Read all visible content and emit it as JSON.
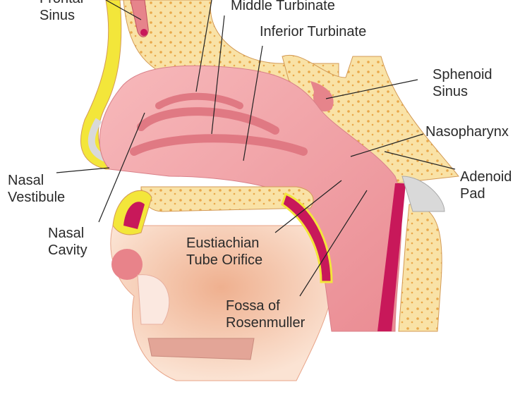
{
  "labels": {
    "frontal_sinus": [
      "Frontal",
      "Sinus"
    ],
    "middle_turbinate": "Middle Turbinate",
    "inferior_turbinate": "Inferior Turbinate",
    "sphenoid_sinus": [
      "Sphenoid",
      "Sinus"
    ],
    "nasopharynx": "Nasopharynx",
    "adenoid_pad": [
      "Adenoid",
      "Pad"
    ],
    "nasal_vestibule": [
      "Nasal",
      "Vestibule"
    ],
    "nasal_cavity": [
      "Nasal",
      "Cavity"
    ],
    "eustachian_tube_orifice": [
      "Eustiachian",
      "Tube Orifice"
    ],
    "fossa_of_rosenmuller": [
      "Fossa of",
      "Rosenmuller"
    ]
  },
  "colors": {
    "bone": "#f7d88a",
    "bone_spots": "#e9a84a",
    "mucosa": "#f2a3a6",
    "mucosa_dark": "#e6848b",
    "skin": "#f6cdb2",
    "muscle": "#c8185a",
    "fat": "#f3e63a",
    "cartilage": "#d9d9d9"
  }
}
